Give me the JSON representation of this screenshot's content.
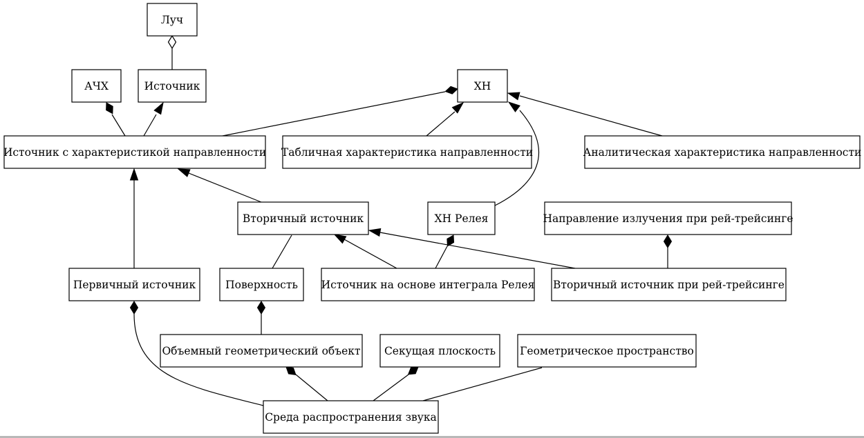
{
  "nodes": [
    {
      "id": "luch",
      "label": "Луч"
    },
    {
      "id": "achh",
      "label": "АЧХ"
    },
    {
      "id": "istochnik",
      "label": "Источник"
    },
    {
      "id": "hn",
      "label": "ХН"
    },
    {
      "id": "ist_hn",
      "label": "Источник с характеристикой направленности"
    },
    {
      "id": "tabl_hn",
      "label": "Табличная характеристика направленности"
    },
    {
      "id": "anal_hn",
      "label": "Аналитическая характеристика направленности"
    },
    {
      "id": "vtor_ist",
      "label": "Вторичный источник"
    },
    {
      "id": "hn_releya",
      "label": "ХН Релея"
    },
    {
      "id": "napr_izl",
      "label": "Направление излучения при рей-трейсинге"
    },
    {
      "id": "perv_ist",
      "label": "Первичный источник"
    },
    {
      "id": "poverhnost",
      "label": "Поверхность"
    },
    {
      "id": "ist_integral",
      "label": "Источник на основе интеграла Релея"
    },
    {
      "id": "vtor_ist_ray",
      "label": "Вторичный источник при рей-трейсинге"
    },
    {
      "id": "obj_geom",
      "label": "Объемный геометрический объект"
    },
    {
      "id": "sek_ploskost",
      "label": "Секущая плоскость"
    },
    {
      "id": "geom_prostr",
      "label": "Геометрическое пространство"
    },
    {
      "id": "sreda",
      "label": "Среда распространения звука"
    }
  ],
  "edges": [
    {
      "from": "istochnik",
      "to": "luch",
      "head": "diamond-open"
    },
    {
      "from": "ist_hn",
      "to": "achh",
      "head": "diamond"
    },
    {
      "from": "ist_hn",
      "to": "istochnik",
      "head": "arrow"
    },
    {
      "from": "ist_hn",
      "to": "hn",
      "head": "diamond"
    },
    {
      "from": "tabl_hn",
      "to": "hn",
      "head": "arrow"
    },
    {
      "from": "anal_hn",
      "to": "hn",
      "head": "arrow"
    },
    {
      "from": "hn_releya",
      "to": "hn",
      "head": "arrow"
    },
    {
      "from": "vtor_ist",
      "to": "ist_hn",
      "head": "arrow"
    },
    {
      "from": "perv_ist",
      "to": "ist_hn",
      "head": "arrow"
    },
    {
      "from": "poverhnost",
      "to": "vtor_ist",
      "head": "none"
    },
    {
      "from": "ist_integral",
      "to": "vtor_ist",
      "head": "arrow"
    },
    {
      "from": "ist_integral",
      "to": "hn_releya",
      "head": "diamond"
    },
    {
      "from": "vtor_ist_ray",
      "to": "vtor_ist",
      "head": "arrow"
    },
    {
      "from": "vtor_ist_ray",
      "to": "napr_izl",
      "head": "diamond"
    },
    {
      "from": "obj_geom",
      "to": "poverhnost",
      "head": "diamond"
    },
    {
      "from": "sreda",
      "to": "perv_ist",
      "head": "diamond"
    },
    {
      "from": "sreda",
      "to": "obj_geom",
      "head": "diamond"
    },
    {
      "from": "sreda",
      "to": "sek_ploskost",
      "head": "diamond"
    },
    {
      "from": "sreda",
      "to": "geom_prostr",
      "head": "none"
    }
  ]
}
